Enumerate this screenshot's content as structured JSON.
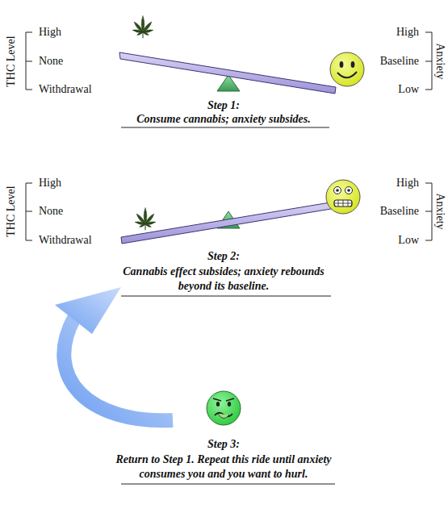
{
  "diagram": {
    "labels": [
      "THC Level",
      "High",
      "None",
      "Withdrawal",
      "High",
      "Baseline",
      "Low",
      "Anxiety",
      "Step 1:",
      "Consume cannabis; anxiety subsides.",
      "THC Level",
      "High",
      "None",
      "Withdrawal",
      "High",
      "Baseline",
      "Low",
      "Anxiety",
      "Step 2:",
      "Cannabis effect subsides; anxiety rebounds beyond its baseline.",
      "Step 3:",
      "Return to Step 1. Repeat this ride until anxiety consumes you and you want to hurl."
    ]
  }
}
